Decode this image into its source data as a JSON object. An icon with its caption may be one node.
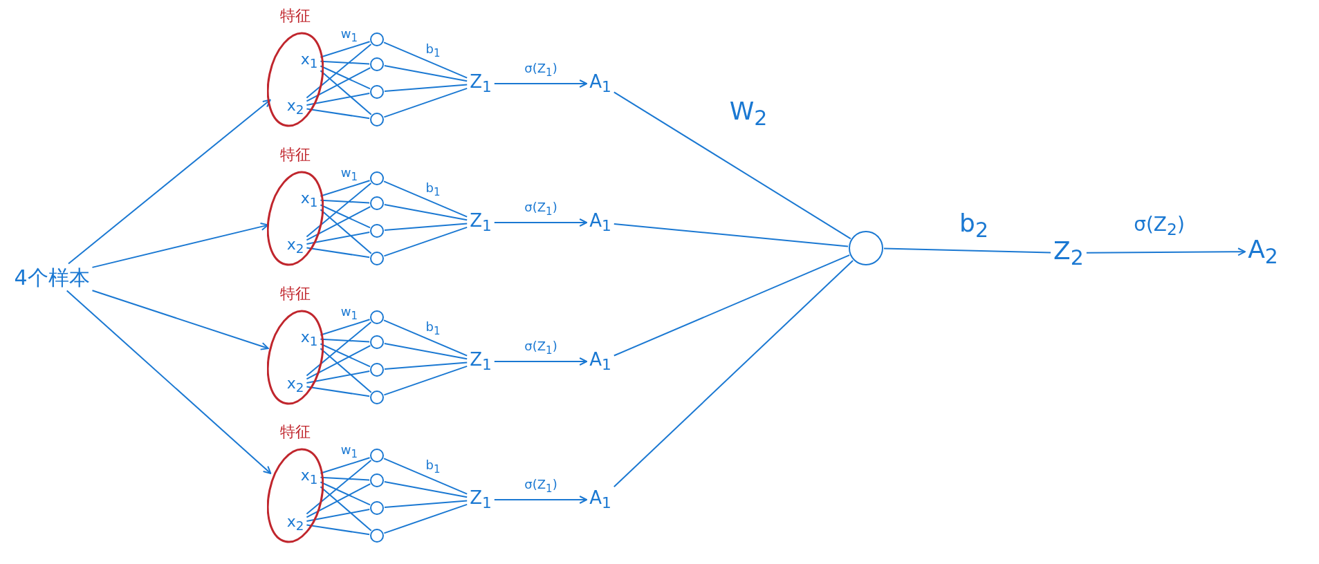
{
  "diagram": {
    "nodes": [
      {
        "text": [
          "4个样本"
        ]
      },
      {
        "text": [
          "特征"
        ]
      },
      {
        "text": [
          "x$_{1}$"
        ],
        "in": 1
      },
      {
        "text": [
          "x$_{2}$"
        ],
        "in": 1
      },
      {
        "text": [],
        "shape": "circle"
      },
      {
        "text": [],
        "shape": "circle"
      },
      {
        "text": [],
        "shape": "circle"
      },
      {
        "text": [],
        "shape": "circle"
      },
      {
        "text": [
          "Z$_{1}$"
        ]
      },
      {
        "text": [
          "A$_{1}$"
        ]
      },
      {
        "text": [
          "特征"
        ]
      },
      {
        "text": [
          "x$_{1}$"
        ],
        "in": 10
      },
      {
        "text": [
          "x$_{2}$"
        ],
        "in": 10
      },
      {
        "text": [],
        "shape": "circle"
      },
      {
        "text": [],
        "shape": "circle"
      },
      {
        "text": [],
        "shape": "circle"
      },
      {
        "text": [],
        "shape": "circle"
      },
      {
        "text": [
          "Z$_{1}$"
        ]
      },
      {
        "text": [
          "A$_{1}$"
        ]
      },
      {
        "text": [
          "特征"
        ]
      },
      {
        "text": [
          "x$_{1}$"
        ],
        "in": 19
      },
      {
        "text": [
          "x$_{2}$"
        ],
        "in": 19
      },
      {
        "text": [],
        "shape": "circle"
      },
      {
        "text": [],
        "shape": "circle"
      },
      {
        "text": [],
        "shape": "circle"
      },
      {
        "text": [],
        "shape": "circle"
      },
      {
        "text": [
          "Z$_{1}$"
        ]
      },
      {
        "text": [
          "A$_{1}$"
        ]
      },
      {
        "text": [
          "特征"
        ]
      },
      {
        "text": [
          "x$_{1}$"
        ],
        "in": 28
      },
      {
        "text": [
          "x$_{2}$"
        ],
        "in": 28
      },
      {
        "text": [],
        "shape": "circle"
      },
      {
        "text": [],
        "shape": "circle"
      },
      {
        "text": [],
        "shape": "circle"
      },
      {
        "text": [],
        "shape": "circle"
      },
      {
        "text": [
          "Z$_{1}$"
        ]
      },
      {
        "text": [
          "A$_{1}$"
        ]
      },
      {
        "text": [],
        "shape": "circle"
      },
      {
        "text": [
          "Z$_{2}$"
        ]
      },
      {
        "text": [
          "A$_{2}$"
        ]
      }
    ],
    "edges": [
      {
        "from": 0,
        "to": 1,
        "arrow": "to"
      },
      {
        "from": 0,
        "to": 10,
        "arrow": "to"
      },
      {
        "from": 0,
        "to": 19,
        "arrow": "to"
      },
      {
        "from": 0,
        "to": 28,
        "arrow": "to"
      },
      {
        "from": 2,
        "to": 4,
        "arrow": "none",
        "label": "w$_{1}$"
      },
      {
        "from": 2,
        "to": 5,
        "arrow": "none"
      },
      {
        "from": 2,
        "to": 6,
        "arrow": "none"
      },
      {
        "from": 2,
        "to": 7,
        "arrow": "none"
      },
      {
        "from": 3,
        "to": 4,
        "arrow": "none"
      },
      {
        "from": 3,
        "to": 5,
        "arrow": "none"
      },
      {
        "from": 3,
        "to": 6,
        "arrow": "none"
      },
      {
        "from": 3,
        "to": 7,
        "arrow": "none"
      },
      {
        "from": 4,
        "to": 8,
        "arrow": "none",
        "label": "b$_{1}$"
      },
      {
        "from": 5,
        "to": 8,
        "arrow": "none"
      },
      {
        "from": 6,
        "to": 8,
        "arrow": "none"
      },
      {
        "from": 7,
        "to": 8,
        "arrow": "none"
      },
      {
        "from": 8,
        "to": 9,
        "arrow": "to",
        "label": "σ(Z$_{1}$)"
      },
      {
        "from": 9,
        "to": 37,
        "arrow": "none",
        "label": "W$_{2}$"
      },
      {
        "from": 11,
        "to": 13,
        "arrow": "none",
        "label": "w$_{1}$"
      },
      {
        "from": 11,
        "to": 14,
        "arrow": "none"
      },
      {
        "from": 11,
        "to": 15,
        "arrow": "none"
      },
      {
        "from": 11,
        "to": 16,
        "arrow": "none"
      },
      {
        "from": 12,
        "to": 13,
        "arrow": "none"
      },
      {
        "from": 12,
        "to": 14,
        "arrow": "none"
      },
      {
        "from": 12,
        "to": 15,
        "arrow": "none"
      },
      {
        "from": 12,
        "to": 16,
        "arrow": "none"
      },
      {
        "from": 13,
        "to": 17,
        "arrow": "none",
        "label": "b$_{1}$"
      },
      {
        "from": 14,
        "to": 17,
        "arrow": "none"
      },
      {
        "from": 15,
        "to": 17,
        "arrow": "none"
      },
      {
        "from": 16,
        "to": 17,
        "arrow": "none"
      },
      {
        "from": 17,
        "to": 18,
        "arrow": "to",
        "label": "σ(Z$_{1}$)"
      },
      {
        "from": 18,
        "to": 37,
        "arrow": "none"
      },
      {
        "from": 20,
        "to": 22,
        "arrow": "none",
        "label": "w$_{1}$"
      },
      {
        "from": 20,
        "to": 23,
        "arrow": "none"
      },
      {
        "from": 20,
        "to": 24,
        "arrow": "none"
      },
      {
        "from": 20,
        "to": 25,
        "arrow": "none"
      },
      {
        "from": 21,
        "to": 22,
        "arrow": "none"
      },
      {
        "from": 21,
        "to": 23,
        "arrow": "none"
      },
      {
        "from": 21,
        "to": 24,
        "arrow": "none"
      },
      {
        "from": 21,
        "to": 25,
        "arrow": "none"
      },
      {
        "from": 22,
        "to": 26,
        "arrow": "none",
        "label": "b$_{1}$"
      },
      {
        "from": 23,
        "to": 26,
        "arrow": "none"
      },
      {
        "from": 24,
        "to": 26,
        "arrow": "none"
      },
      {
        "from": 25,
        "to": 26,
        "arrow": "none"
      },
      {
        "from": 26,
        "to": 27,
        "arrow": "to",
        "label": "σ(Z$_{1}$)"
      },
      {
        "from": 27,
        "to": 37,
        "arrow": "none"
      },
      {
        "from": 29,
        "to": 31,
        "arrow": "none",
        "label": "w$_{1}$"
      },
      {
        "from": 29,
        "to": 32,
        "arrow": "none"
      },
      {
        "from": 29,
        "to": 33,
        "arrow": "none"
      },
      {
        "from": 29,
        "to": 34,
        "arrow": "none"
      },
      {
        "from": 30,
        "to": 31,
        "arrow": "none"
      },
      {
        "from": 30,
        "to": 32,
        "arrow": "none"
      },
      {
        "from": 30,
        "to": 33,
        "arrow": "none"
      },
      {
        "from": 30,
        "to": 34,
        "arrow": "none"
      },
      {
        "from": 31,
        "to": 35,
        "arrow": "none",
        "label": "b$_{1}$"
      },
      {
        "from": 32,
        "to": 35,
        "arrow": "none"
      },
      {
        "from": 33,
        "to": 35,
        "arrow": "none"
      },
      {
        "from": 34,
        "to": 35,
        "arrow": "none"
      },
      {
        "from": 35,
        "to": 36,
        "arrow": "to",
        "label": "σ(Z$_{1}$)"
      },
      {
        "from": 36,
        "to": 37,
        "arrow": "none"
      },
      {
        "from": 37,
        "to": 38,
        "arrow": "none",
        "label": "b$_{2}$"
      },
      {
        "from": 38,
        "to": 39,
        "arrow": "to",
        "label": "σ(Z$_{2}$)"
      }
    ]
  }
}
